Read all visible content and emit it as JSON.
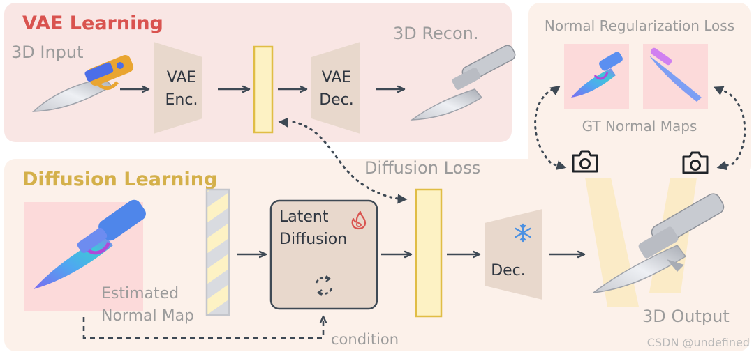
{
  "vae_section": {
    "title": "VAE Learning",
    "input_label": "3D Input",
    "encoder_label": [
      "VAE",
      "Enc."
    ],
    "decoder_label": [
      "VAE",
      "Dec."
    ],
    "recon_label": "3D Recon."
  },
  "diffusion_section": {
    "title": "Diffusion Learning",
    "loss_label": "Diffusion Loss",
    "estimated_label": [
      "Estimated",
      "Normal Map"
    ],
    "latent_label": [
      "Latent",
      "Diffusion"
    ],
    "decoder_label": "Dec.",
    "condition_label": "condition",
    "output_label": "3D Output"
  },
  "regularization_section": {
    "title": "Normal Regularization Loss",
    "gt_label": "GT Normal Maps"
  },
  "icons": {
    "flame": "flame-icon",
    "snowflake": "snowflake-icon",
    "camera": "camera-icon",
    "cycle": "cycle-icon"
  },
  "colors": {
    "vae_title": "#d9534f",
    "diffusion_title": "#d4b04a",
    "vae_panel": "#f9e6e4",
    "diffusion_panel": "#fcf1ea",
    "block": "#e8d8cc",
    "latent": "#fdf2c4",
    "latent_border": "#e0bd45",
    "arrow": "#3e4954",
    "label_gray": "#9b9b9b"
  },
  "watermark": "CSDN @undefined"
}
